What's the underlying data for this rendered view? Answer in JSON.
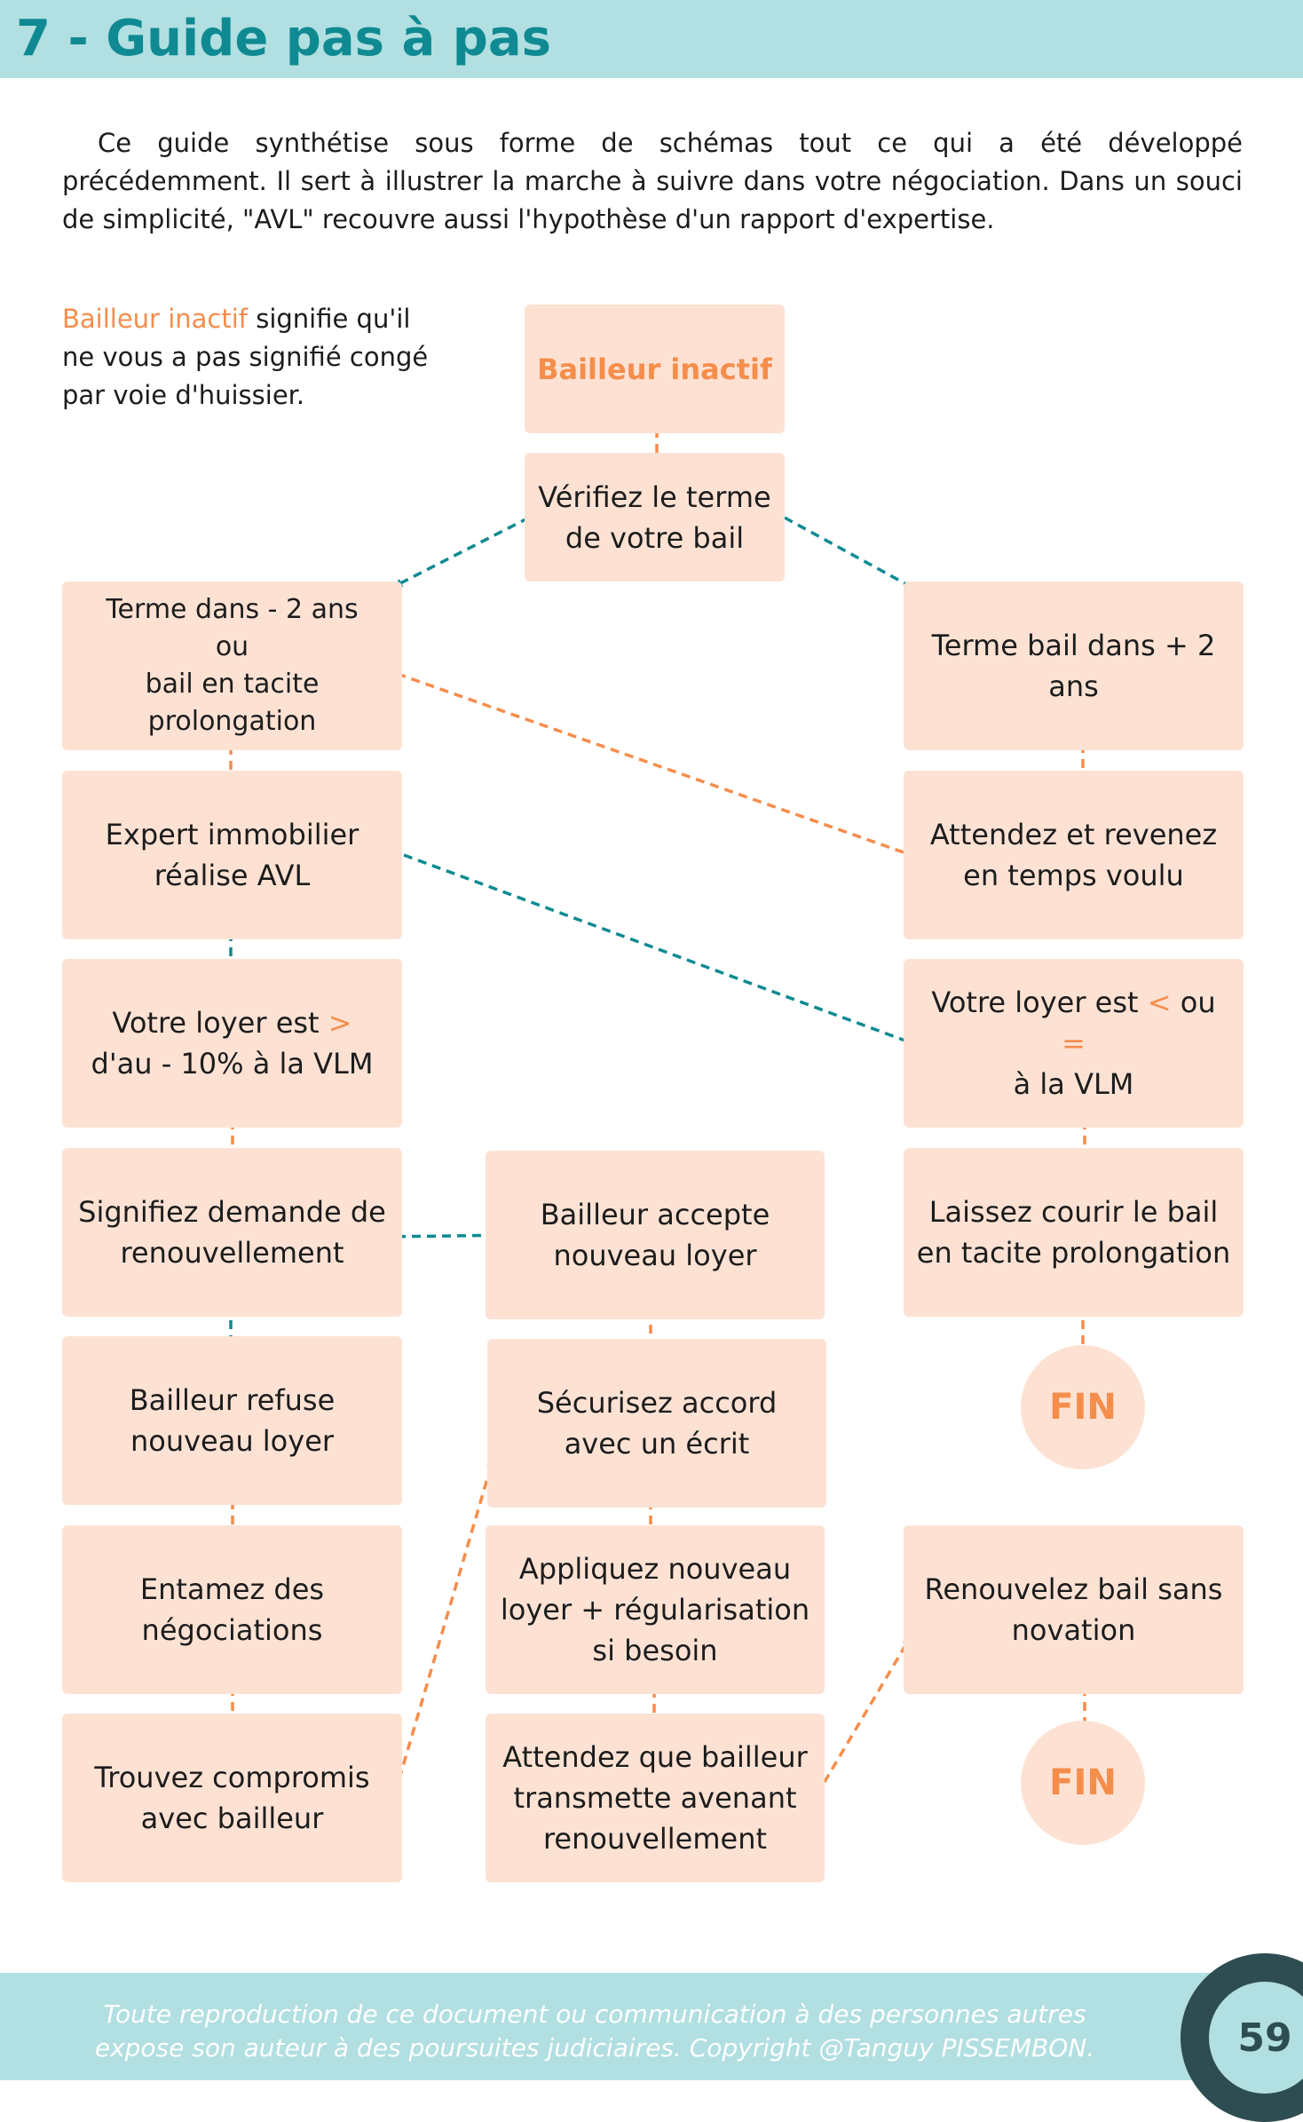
{
  "header": {
    "title": "7 - Guide pas à pas"
  },
  "intro": "Ce guide synthétise sous forme de schémas tout ce qui a été développé précédemment. Il sert à illustrer la marche à suivre dans votre négociation. Dans un souci de simplicité, \"AVL\" recouvre aussi l'hypothèse d'un rapport d'expertise.",
  "note": {
    "highlight": "Bailleur inactif",
    "text": " signifie qu'il ne vous a pas signifié congé par voie d'huissier."
  },
  "boxes": {
    "bailleur_inactif": "Bailleur inactif",
    "verifiez_terme": "Vérifiez le terme de votre bail",
    "terme_moins_2": "Terme dans - 2 ans\nou\nbail en tacite prolongation",
    "terme_plus_2": "Terme bail dans + 2 ans",
    "expert_avl": "Expert immobilier réalise AVL",
    "attendez_revenez": "Attendez et revenez en temps voulu",
    "loyer_sup_prefix": "Votre loyer est ",
    "loyer_sup_sign": ">",
    "loyer_sup_suffix": "d'au - 10% à la VLM",
    "loyer_inf_prefix": "Votre loyer est ",
    "loyer_inf_sign1": "<",
    "loyer_inf_mid": " ou ",
    "loyer_inf_sign2": "=",
    "loyer_inf_suffix": "à la VLM",
    "signifiez_demande": "Signifiez demande de renouvellement",
    "bailleur_accepte": "Bailleur accepte nouveau loyer",
    "laissez_courir": "Laissez courir le bail en tacite prolongation",
    "bailleur_refuse": "Bailleur refuse nouveau loyer",
    "securisez_accord": "Sécurisez accord avec un écrit",
    "entamez_negociations": "Entamez des négociations",
    "appliquez_loyer": "Appliquez nouveau loyer + régularisation si besoin",
    "renouvelez_bail": "Renouvelez bail sans novation",
    "trouvez_compromis": "Trouvez compromis avec bailleur",
    "attendez_bailleur": "Attendez que bailleur transmette avenant renouvellement",
    "fin_1": "FIN",
    "fin_2": "FIN"
  },
  "colors": {
    "orange": "#f58d4b",
    "teal": "#0f8a92",
    "box_fill": "#fde2d4",
    "band": "#b2dfe1"
  },
  "footer": {
    "text": "Toute reproduction de ce document ou communication à des personnes autres expose son auteur à des poursuites judiciaires. Copyright @Tanguy PISSEMBON.",
    "page_number": "59"
  }
}
